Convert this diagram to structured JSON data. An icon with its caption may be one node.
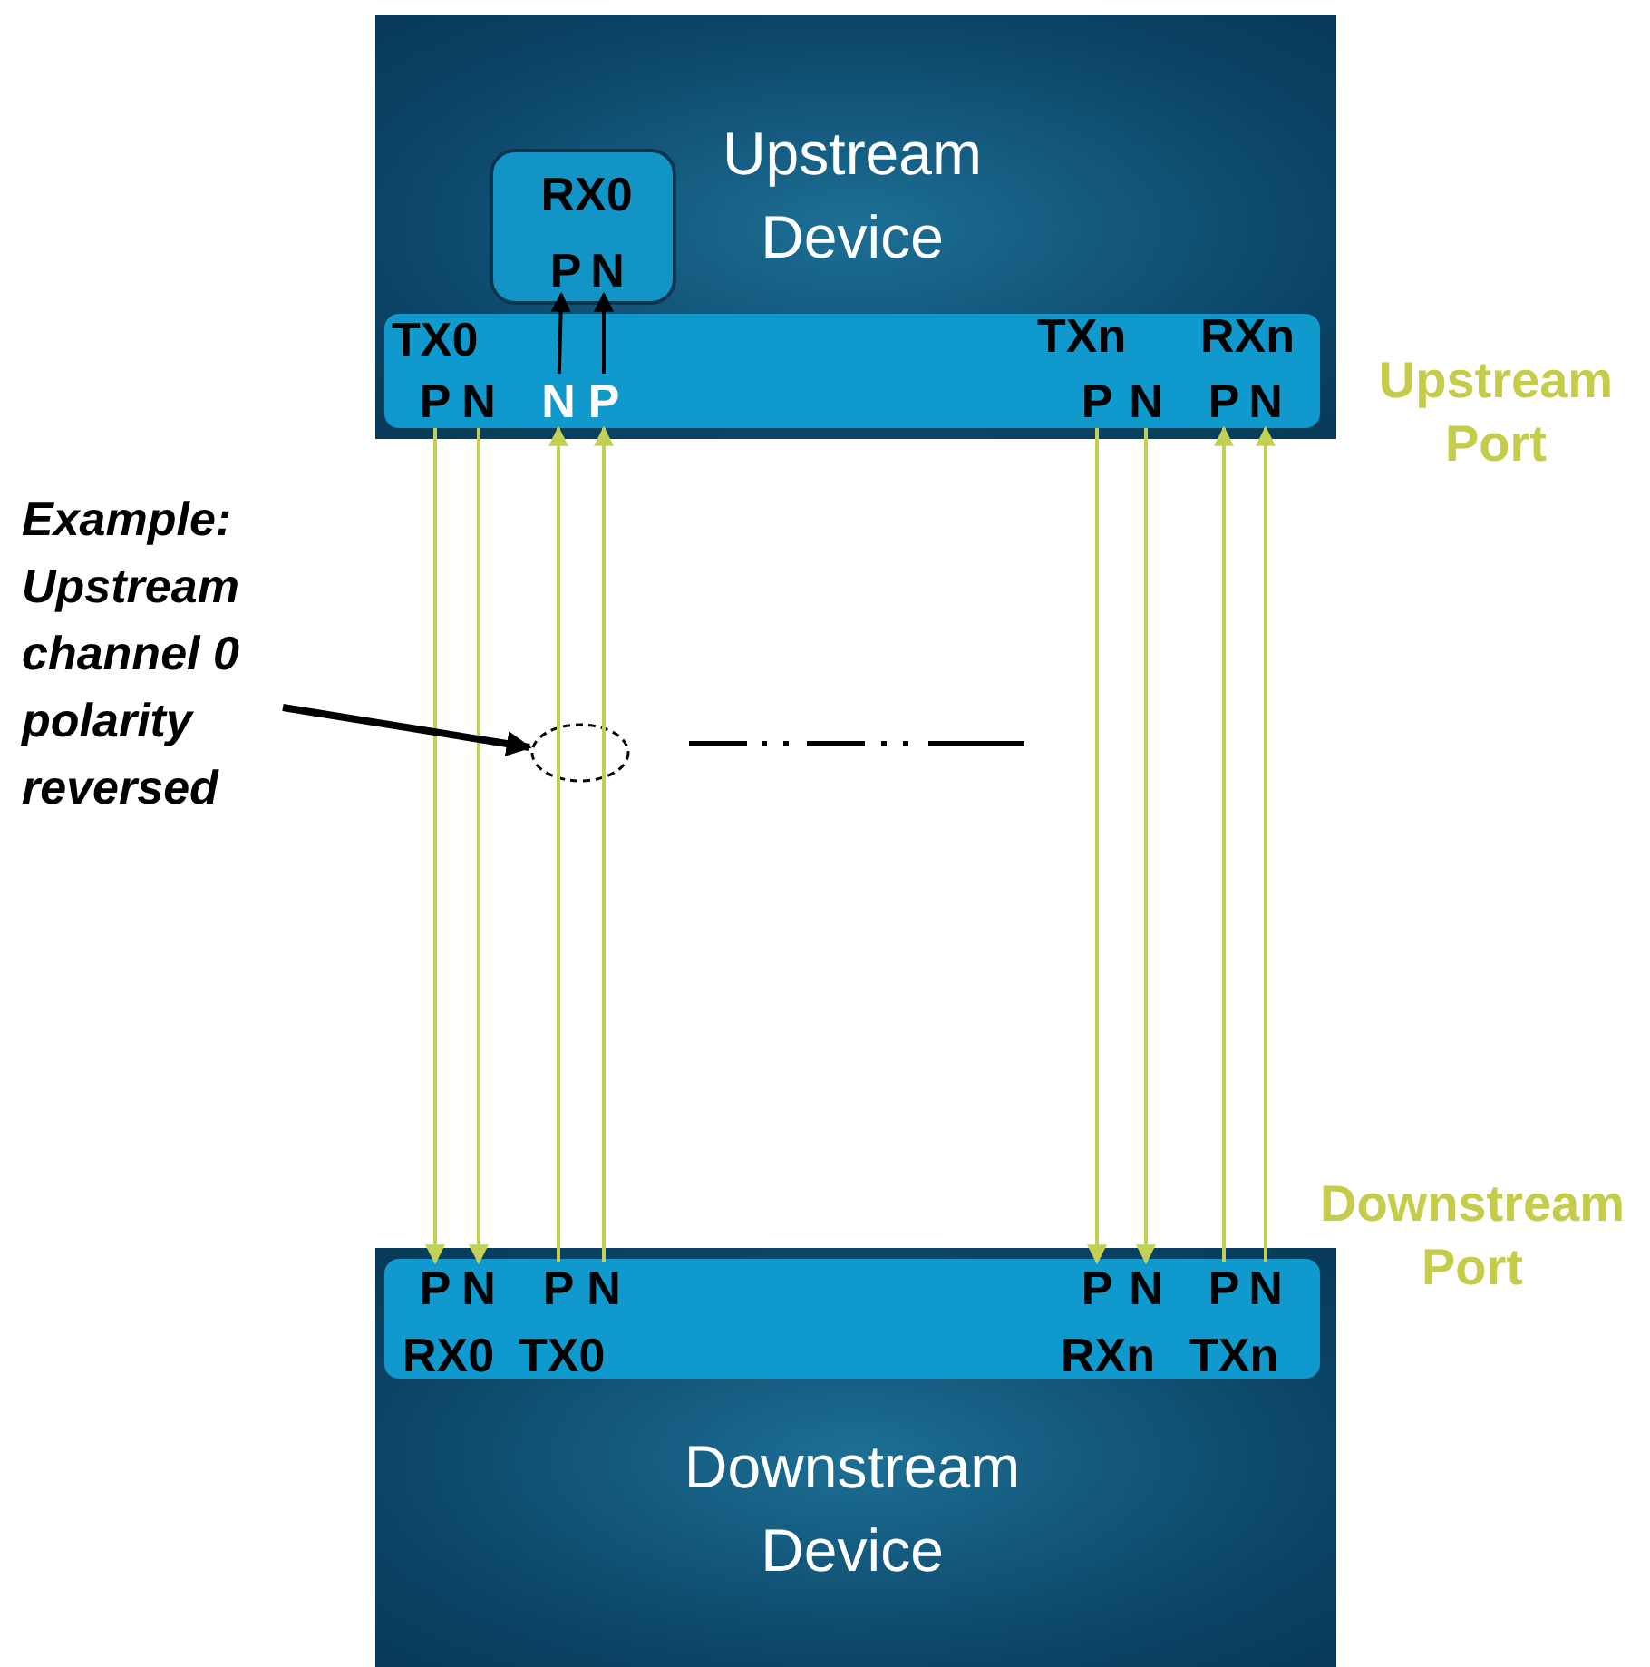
{
  "diagram": {
    "nodes": [
      {
        "text": [
          "Upstream Device"
        ]
      },
      {
        "text": [
          "RX0"
        ],
        "in": 0
      },
      {
        "text": [
          "P"
        ],
        "in": 1
      },
      {
        "text": [
          "N"
        ],
        "in": 1
      },
      {
        "text": [],
        "shape": "bar",
        "in": 0,
        "beside": [
          "Upstream Port"
        ]
      },
      {
        "text": [
          "P"
        ],
        "in": 4
      },
      {
        "text": [
          "N"
        ],
        "in": 4
      },
      {
        "text": [
          "N"
        ],
        "in": 4
      },
      {
        "text": [
          "P"
        ],
        "in": 4
      },
      {
        "text": [
          "P"
        ],
        "in": 4
      },
      {
        "text": [
          "N"
        ],
        "in": 4
      },
      {
        "text": [
          "P"
        ],
        "in": 4
      },
      {
        "text": [
          "N"
        ],
        "in": 4
      },
      {
        "text": [
          "Downstream Device"
        ]
      },
      {
        "text": [],
        "shape": "bar",
        "in": 13,
        "beside": [
          "Downstream Port"
        ]
      },
      {
        "text": [
          "P"
        ],
        "in": 14
      },
      {
        "text": [
          "N"
        ],
        "in": 14
      },
      {
        "text": [
          "P"
        ],
        "in": 14
      },
      {
        "text": [
          "N"
        ],
        "in": 14
      },
      {
        "text": [
          "P"
        ],
        "in": 14
      },
      {
        "text": [
          "N"
        ],
        "in": 14
      },
      {
        "text": [
          "P"
        ],
        "in": 14
      },
      {
        "text": [
          "N"
        ],
        "in": 14
      },
      {
        "text": [
          "Example: Upstream channel 0 polarity reversed"
        ]
      }
    ],
    "edges": [
      {
        "from": 5,
        "to": 15,
        "arrow": "to"
      },
      {
        "from": 6,
        "to": 16,
        "arrow": "to"
      },
      {
        "from": 17,
        "to": 7,
        "arrow": "to"
      },
      {
        "from": 18,
        "to": 8,
        "arrow": "to"
      },
      {
        "from": 9,
        "to": 19,
        "arrow": "to"
      },
      {
        "from": 10,
        "to": 20,
        "arrow": "to"
      },
      {
        "from": 21,
        "to": 11,
        "arrow": "to"
      },
      {
        "from": 22,
        "to": 12,
        "arrow": "to"
      },
      {
        "from": 7,
        "to": 2,
        "arrow": "to",
        "color": "#000000"
      },
      {
        "from": 8,
        "to": 3,
        "arrow": "to",
        "color": "#000000"
      },
      {
        "from": 23,
        "to": null,
        "arrow": "to",
        "style": "thick",
        "color": "#000000"
      }
    ],
    "labels": [
      "TX0",
      "TXn",
      "RXn",
      "RX0",
      "TX0",
      "RXn",
      "TXn"
    ]
  }
}
